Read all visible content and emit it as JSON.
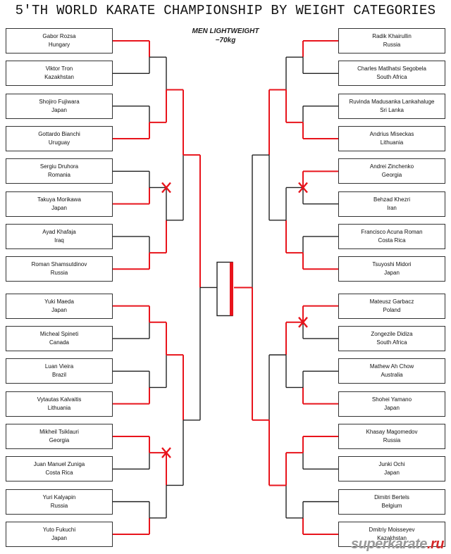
{
  "title": "5'TH WORLD KARATE CHAMPIONSHIP BY WEIGHT CATEGORIES",
  "category": {
    "line1": "MEN LIGHTWEIGHT",
    "line2": "−70kg"
  },
  "watermark": {
    "part1": "superkarate",
    "part2": ".ru"
  },
  "colors": {
    "win": "#e8141c",
    "line": "#222222",
    "mark": "#e8141c"
  },
  "left": [
    {
      "name": "Gabor Rozsa",
      "country": "Hungary"
    },
    {
      "name": "Viktor Tron",
      "country": "Kazakhstan"
    },
    {
      "name": "Shojiro Fujiwara",
      "country": "Japan"
    },
    {
      "name": "Gottardo Bianchi",
      "country": "Uruguay"
    },
    {
      "name": "Sergiu Druhora",
      "country": "Romania"
    },
    {
      "name": "Takuya Morikawa",
      "country": "Japan"
    },
    {
      "name": "Ayad Khafaja",
      "country": "Iraq"
    },
    {
      "name": "Roman Shamsutdinov",
      "country": "Russia"
    },
    {
      "name": "Yuki Maeda",
      "country": "Japan"
    },
    {
      "name": "Micheal Spineti",
      "country": "Canada"
    },
    {
      "name": "Luan Vieira",
      "country": "Brazil"
    },
    {
      "name": "Vytautas Kalvaitis",
      "country": "Lithuania"
    },
    {
      "name": "Mikheil Tsiklauri",
      "country": "Georgia"
    },
    {
      "name": "Juan Manuel Zuniga",
      "country": "Costa Rica"
    },
    {
      "name": "Yuri Kalyapin",
      "country": "Russia"
    },
    {
      "name": "Yuto Fukuchi",
      "country": "Japan"
    }
  ],
  "right": [
    {
      "name": "Radik Khairullin",
      "country": "Russia"
    },
    {
      "name": "Charles Matlhatsi Segobela",
      "country": "South Africa"
    },
    {
      "name": "Ruvinda Madusanka Lankahaluge",
      "country": "Sri Lanka"
    },
    {
      "name": "Andrius Miseckas",
      "country": "Lithuania"
    },
    {
      "name": "Andrei Zinchenko",
      "country": "Georgia"
    },
    {
      "name": "Behzad Khezri",
      "country": "Iran"
    },
    {
      "name": "Francisco Acuna Roman",
      "country": "Costa Rica"
    },
    {
      "name": "Tsuyoshi Midori",
      "country": "Japan"
    },
    {
      "name": "Mateusz Garbacz",
      "country": "Poland"
    },
    {
      "name": "Zongezile Didiza",
      "country": "South Africa"
    },
    {
      "name": "Mathew Ah Chow",
      "country": "Australia"
    },
    {
      "name": "Shohei Yamano",
      "country": "Japan"
    },
    {
      "name": "Khasay Magomedov",
      "country": "Russia"
    },
    {
      "name": "Junki Ochi",
      "country": "Japan"
    },
    {
      "name": "Dimitri Bertels",
      "country": "Belgium"
    },
    {
      "name": "Dmitriy Moisseyev",
      "country": "Kazakhstan"
    }
  ],
  "results": {
    "left": {
      "r1": [
        0,
        1,
        1,
        1,
        0,
        1,
        0,
        1
      ],
      "r2": [
        1,
        1,
        0,
        0
      ],
      "r3": [
        0,
        0
      ],
      "r4": [
        0
      ],
      "disq": [
        [
          4,
          1
        ],
        [
          12,
          1
        ]
      ]
    },
    "right": {
      "r1": [
        0,
        1,
        0,
        1,
        0,
        1,
        0,
        1
      ],
      "r2": [
        1,
        1,
        0,
        0
      ],
      "r3": [
        0,
        1
      ],
      "r4": [
        1
      ],
      "disq": [
        [
          4,
          0
        ],
        [
          8,
          0
        ]
      ]
    },
    "final_winner": "right"
  }
}
